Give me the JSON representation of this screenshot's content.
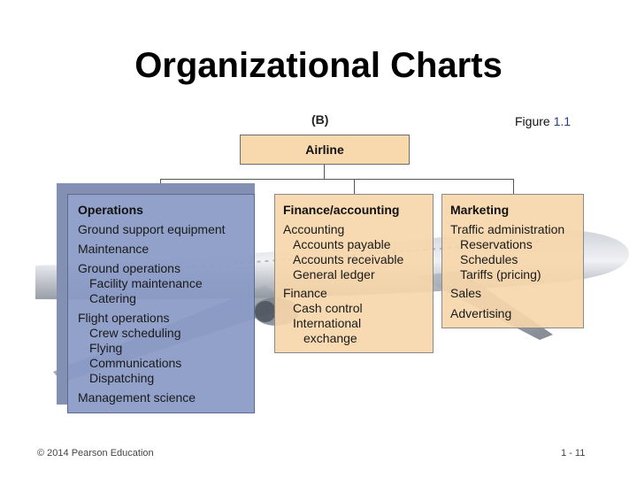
{
  "title": "Organizational Charts",
  "panel_letter": "(B)",
  "figure_label": {
    "prefix": "Figure ",
    "number": "1.1"
  },
  "root": "Airline",
  "operations": {
    "title": "Operations",
    "items": [
      "Ground support equipment",
      "Maintenance",
      "Ground operations",
      "Facility maintenance",
      "Catering",
      "Flight operations",
      "Crew scheduling",
      "Flying",
      "Communications",
      "Dispatching",
      "Management science"
    ]
  },
  "finance": {
    "title": "Finance/accounting",
    "items": [
      "Accounting",
      "Accounts payable",
      "Accounts receivable",
      "General ledger",
      "Finance",
      "Cash control",
      "International",
      "exchange"
    ]
  },
  "marketing": {
    "title": "Marketing",
    "items": [
      "Traffic administration",
      "Reservations",
      "Schedules",
      "Tariffs (pricing)",
      "Sales",
      "Advertising"
    ]
  },
  "footer": {
    "copyright": "© 2014 Pearson Education",
    "page": "1 - 11"
  },
  "colors": {
    "root_box": "#f8d9ad",
    "operations_box": "#8a9ac6",
    "dept_box": "#f7d6aa"
  }
}
